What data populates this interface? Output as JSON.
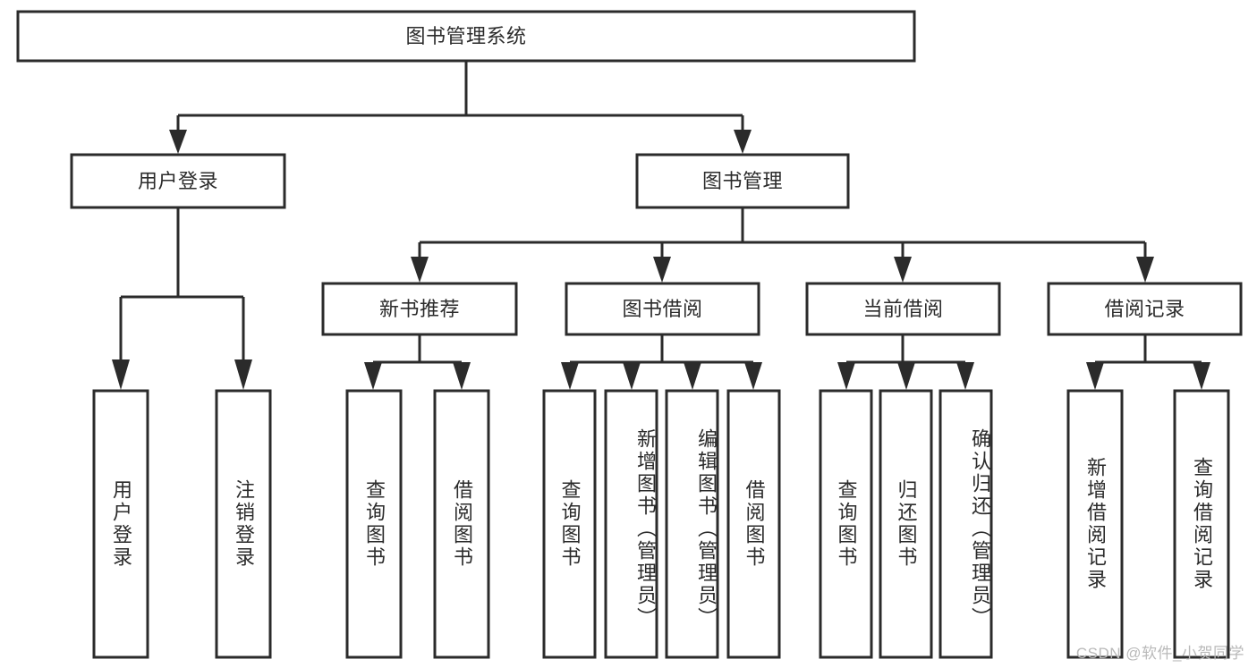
{
  "diagram": {
    "title": "图书管理系统",
    "type": "tree-hierarchy-diagram",
    "watermark": "CSDN @软件_小贺同学",
    "colors": {
      "stroke": "#2b2b2b",
      "fill": "#ffffff",
      "text": "#2b2b2b",
      "watermark": "#b9b9b9",
      "background": "#ffffff"
    },
    "root": {
      "label": "图书管理系统",
      "orientation": "horizontal"
    },
    "level2": [
      {
        "label": "用户登录",
        "orientation": "horizontal"
      },
      {
        "label": "图书管理",
        "orientation": "horizontal"
      }
    ],
    "level3": [
      {
        "label": "新书推荐",
        "orientation": "horizontal",
        "parent": "图书管理"
      },
      {
        "label": "图书借阅",
        "orientation": "horizontal",
        "parent": "图书管理"
      },
      {
        "label": "当前借阅",
        "orientation": "horizontal",
        "parent": "图书管理"
      },
      {
        "label": "借阅记录",
        "orientation": "horizontal",
        "parent": "图书管理"
      }
    ],
    "leaves": {
      "user_login": [
        {
          "label": "用户登录",
          "orientation": "vertical"
        },
        {
          "label": "注销登录",
          "orientation": "vertical"
        }
      ],
      "new_book_recommend": [
        {
          "label": "查询图书",
          "orientation": "vertical"
        },
        {
          "label": "借阅图书",
          "orientation": "vertical"
        }
      ],
      "book_borrow": [
        {
          "label": "查询图书",
          "orientation": "vertical"
        },
        {
          "label": "新增图书（管理员）",
          "orientation": "vertical"
        },
        {
          "label": "编辑图书（管理员）",
          "orientation": "vertical"
        },
        {
          "label": "借阅图书",
          "orientation": "vertical"
        }
      ],
      "current_borrow": [
        {
          "label": "查询图书",
          "orientation": "vertical"
        },
        {
          "label": "归还图书",
          "orientation": "vertical"
        },
        {
          "label": "确认归还（管理员）",
          "orientation": "vertical"
        }
      ],
      "borrow_records": [
        {
          "label": "新增借阅记录",
          "orientation": "vertical"
        },
        {
          "label": "查询借阅记录",
          "orientation": "vertical"
        }
      ]
    }
  }
}
